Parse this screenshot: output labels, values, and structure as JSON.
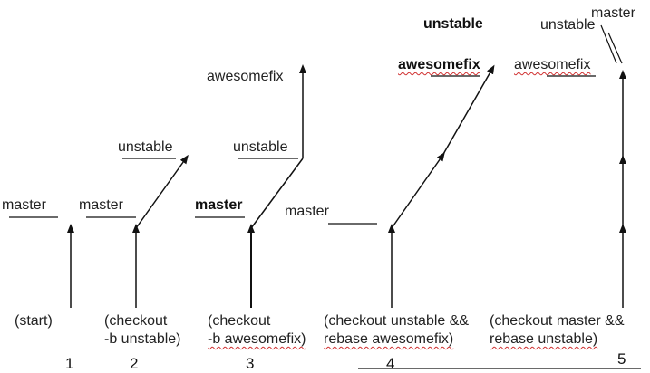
{
  "stages": [
    {
      "number": "1",
      "caption": [
        "(start)"
      ],
      "labels": {
        "master": "master"
      }
    },
    {
      "number": "2",
      "caption": [
        "(checkout",
        "-b unstable)"
      ],
      "labels": {
        "master": "master",
        "unstable": "unstable"
      }
    },
    {
      "number": "3",
      "caption": [
        "(checkout",
        "-b awesomefix)"
      ],
      "labels": {
        "master": "master",
        "unstable": "unstable",
        "awesomefix": "awesomefix"
      }
    },
    {
      "number": "4",
      "caption": [
        "(checkout unstable &&",
        "rebase awesomefix)"
      ],
      "labels": {
        "master": "master",
        "unstable": "unstable",
        "awesomefix": "awesomefix"
      }
    },
    {
      "number": "5",
      "caption": [
        "(checkout master &&",
        "rebase unstable)"
      ],
      "labels": {
        "master": "master",
        "unstable": "unstable",
        "awesomefix": "awesomefix"
      }
    }
  ],
  "colors": {
    "line": "#111111",
    "text": "#222222",
    "spell_underline": "#d03030"
  }
}
